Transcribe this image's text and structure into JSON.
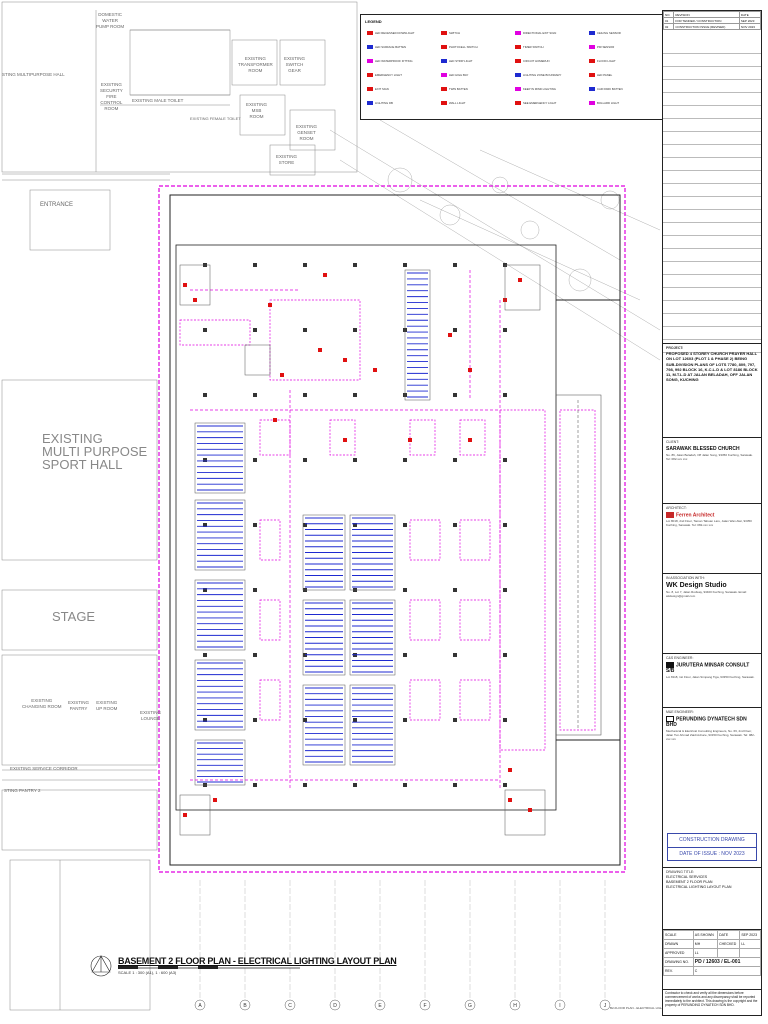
{
  "drawing": {
    "caption": "BASEMENT 2 FLOOR PLAN - ELECTRICAL LIGHTING LAYOUT PLAN",
    "scale": "SCALE 1 : 300 (A1), 1 : 600 (A3)",
    "legend_title": "LEGEND",
    "legend_items": [
      "LED RECESSED DOWNLIGHT",
      "LED SURFACE BATTEN",
      "LED WATERPROOF FITTING",
      "EMERGENCY LIGHT",
      "EXIT SIGN",
      "LIGHTING DB",
      "SWITCH",
      "PHOTOCELL SWITCH",
      "LED STRIP LIGHT",
      "LED HIGH BAY",
      "TWIN BATTEN",
      "WALL LIGHT",
      "DIRECTIONAL EXIT SIGN",
      "TIMER SWITCH",
      "CIRCUIT HOMERUN",
      "LIGHTING ZONE BOUNDARY",
      "KEEP IN MIND LIGHTING",
      "SEE EMERGENCY LIGHT",
      "CEILING SENSOR",
      "PIR SENSOR",
      "FLOOD LIGHT",
      "LED PANEL",
      "CAR PARK BATTEN",
      "BOLLARD LIGHT"
    ],
    "gridlines_bottom": [
      "A",
      "B",
      "C",
      "D",
      "E",
      "F",
      "G",
      "H",
      "I",
      "J"
    ],
    "labels": {
      "entrance": "ENTRANCE",
      "sport_hall": "EXISTING\nMULTI PURPOSE\nSPORT HALL",
      "stage": "STAGE",
      "multipurpose_hall": "STING MULTIPURPOSE HALL",
      "service_corridor": "EXISTING SERVICE CORRIDOR",
      "pantry": "STING PANTRY 2",
      "changing_room": "EXISTING\nCHANGING ROOM",
      "existing_pantry": "EXISTING\nPANTRY",
      "existing_lounge": "EXISTING\nLOUNGE",
      "existing_up_room": "EXISTING\nUP ROOM",
      "transformer": "EXISTING\nTRANSFORMER\nROOM",
      "switch_gear": "EXISTING\nSWITCH\nGEAR",
      "msb_room": "EXISTING\nMSB\nROOM",
      "genset": "EXISTING\nGENSET\nROOM",
      "store": "EXISTING\nSTORE",
      "security": "EXISTING\nSECURITY\nFIRE\nCONTROL\nROOM",
      "pump_room": "DOMESTIC\nWATER\nPUMP ROOM",
      "male_toilet": "EXISTING MALE TOILET",
      "female_toilet": "EXISTING FEMALE TOILET"
    },
    "footer": "B2-FLOOR PLAN - ELECTRICAL LIGHTING LAYOUT"
  },
  "title_block": {
    "revisions": [
      {
        "no": "NO.",
        "desc": "REVISION",
        "date": "DATE"
      },
      {
        "no": "01",
        "desc": "FOR TENDER / CONSTRUCTION",
        "date": "SEP 2023"
      },
      {
        "no": "02",
        "desc": "CONSTRUCTION ISSUE (REVISED)",
        "date": "NOV 2023"
      }
    ],
    "project_label": "PROJECT:",
    "project": "PROPOSED 4 STOREY CHURCH PRAYER HALL ON LOT 12603 (PLOT 1 & PHASE 2) BEING SUB-DIVISION PLANS OF LOTS 7780, 809, 797, 798, 992 BLOCK 16, K.C.L.D & LOT 8186 BLOCK 11, M.T.L.D AT JALAN BELADAH, OFF JALAN SONG, KUCHING",
    "client_label": "CLIENT:",
    "client": "SARAWAK BLESSED CHURCH",
    "client_addr": "No. 86, Jalan Beladah, Off Jalan Song, 93350 Kuching, Sarawak. Tel: 082-xxx xxx",
    "architect_label": "ARCHITECT:",
    "architect": "Ferren Architect",
    "architect_addr": "Lot 8018, 2nd Floor, Taman Tabuan Laru, Jalan Wan Alwi, 93350 Kuching, Sarawak. Tel: 082-xxx xxx",
    "assoc_label": "IN ASSOCIATION WITH:",
    "assoc": "WK Design Studio",
    "assoc_addr": "No. 8, Lot 7, Jalan Rodway, 93400 Kuching, Sarawak. Email: wkdesign@gmail.com",
    "cse_label": "C&S ENGINEER:",
    "cse": "JURUTERA MINSAR CONSULT S/B",
    "cse_addr": "Lot 8118, 1st Floor, Jalan Simpang Tiga, 93350 Kuching, Sarawak.",
    "mep_label": "M&E ENGINEER:",
    "mep": "PERUNDING DYNATECH SDN BHD",
    "mep_addr": "Mechanical & Electrical Consulting Engineers, No. 66, 2nd Floor, Jalan Tun Ahmad Zaidi Adruce, 93150 Kuching, Sarawak. Tel: 082-xxx xxx",
    "stamp_line1": "CONSTRUCTION DRAWING",
    "stamp_line2": "DATE OF ISSUE : NOV 2023",
    "title_label": "DRAWING TITLE:",
    "title_lines": [
      "ELECTRICAL SERVICES",
      "BASEMENT 2 FLOOR PLAN",
      "ELECTRICAL LIGHTING LAYOUT PLAN"
    ],
    "meta": [
      [
        "SCALE",
        "AS SHOWN",
        "DATE",
        "SEP 2023"
      ],
      [
        "DRAWN",
        "MH",
        "CHECKED",
        "LL"
      ],
      [
        "APPROVED",
        "LL",
        "",
        ""
      ]
    ],
    "dwg_label": "DRAWING NO.",
    "dwg_no": "PD / 12603 / EL-001",
    "rev_label": "REV.",
    "rev_no": "C",
    "notes": "Contractor to check and verify all the dimensions before commencement of works and any discrepancy shall be reported immediately to the architect. This drawing is the copyright and the property of PERUNDING DYNATECH SDN BHD."
  },
  "colors": {
    "magenta": "#e000e0",
    "blue": "#1e2ad0",
    "red": "#e01010",
    "grey": "#8a8a8a"
  }
}
